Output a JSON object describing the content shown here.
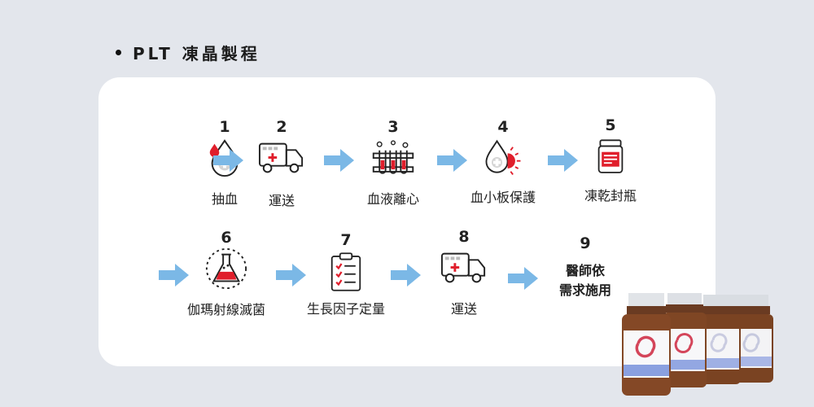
{
  "title": "PLT 凍晶製程",
  "steps": [
    {
      "num": "1",
      "label": "抽血",
      "icon": "blood-drop-icon"
    },
    {
      "num": "2",
      "label": "運送",
      "icon": "ambulance-truck-icon"
    },
    {
      "num": "3",
      "label": "血液離心",
      "icon": "test-tubes-icon"
    },
    {
      "num": "4",
      "label": "血小板保護",
      "icon": "protected-drop-icon"
    },
    {
      "num": "5",
      "label": "凍乾封瓶",
      "icon": "sealed-bottle-icon"
    },
    {
      "num": "6",
      "label": "伽瑪射線滅菌",
      "icon": "flask-radiation-icon"
    },
    {
      "num": "7",
      "label": "生長因子定量",
      "icon": "clipboard-checklist-icon"
    },
    {
      "num": "8",
      "label": "運送",
      "icon": "ambulance-truck-icon"
    }
  ],
  "final_step": {
    "num": "9",
    "line1": "醫師依",
    "line2": "需求施用"
  },
  "colors": {
    "accent_red": "#e01e2b",
    "arrow_blue": "#7bb8e6",
    "panel": "#ffffff",
    "background": "#e3e6ec"
  }
}
